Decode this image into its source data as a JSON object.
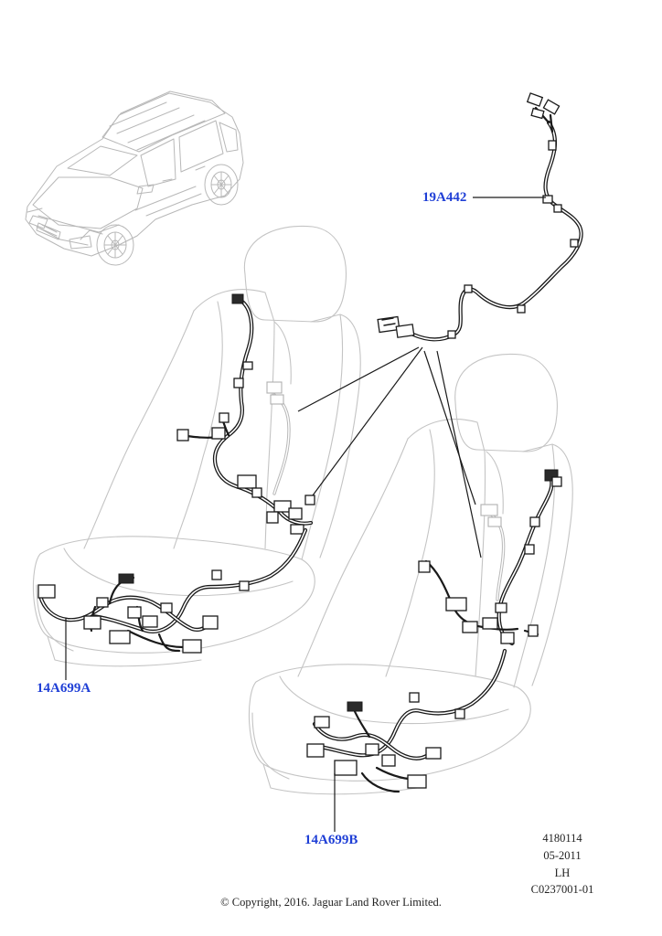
{
  "callouts": {
    "harness_rear_seat_link": "19A442",
    "harness_left_seat": "14A699A",
    "harness_right_seat": "14A699B"
  },
  "drawing_info": {
    "illustration_number": "4180114",
    "date": "05-2011",
    "side": "LH",
    "drawing_code": "C0237001-01"
  },
  "footer": {
    "copyright": "© Copyright, 2016. Jaguar Land Rover Limited."
  },
  "colors": {
    "callout_text": "#1f3fd6",
    "line_art": "#1a1a1a",
    "ghost_outline": "#c4c4c4"
  }
}
